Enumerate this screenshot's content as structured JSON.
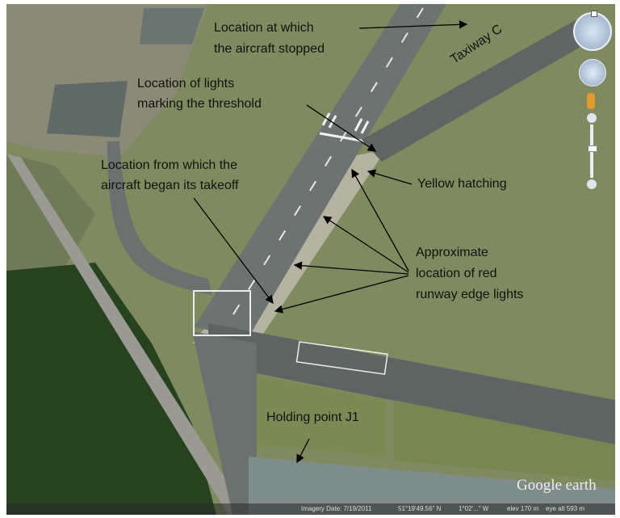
{
  "annotations": {
    "stopped": [
      "Location at which",
      "the aircraft stopped"
    ],
    "threshold_lights": [
      "Location of lights",
      "marking the threshold"
    ],
    "takeoff_start": [
      "Location from which the",
      "aircraft began its takeoff"
    ],
    "yellow_hatching": "Yellow hatching",
    "edge_lights": [
      "Approximate",
      "location of red",
      "runway edge lights"
    ],
    "holding_point": "Holding point J1",
    "taxiway": "Taxiway C"
  },
  "branding": {
    "logo": "Google earth"
  },
  "status_bar": {
    "imagery_date": "Imagery Date: 7/19/2011",
    "lat": "51°19'49.56\" N",
    "lon": "1°02'...\" W",
    "elev": "elev 170 m",
    "eye_alt": "eye alt 593 m"
  },
  "colors": {
    "grass": "#7d8a5c",
    "runway": "#6e7572",
    "forest": "#25401f",
    "concrete": "#b9b7a4"
  }
}
